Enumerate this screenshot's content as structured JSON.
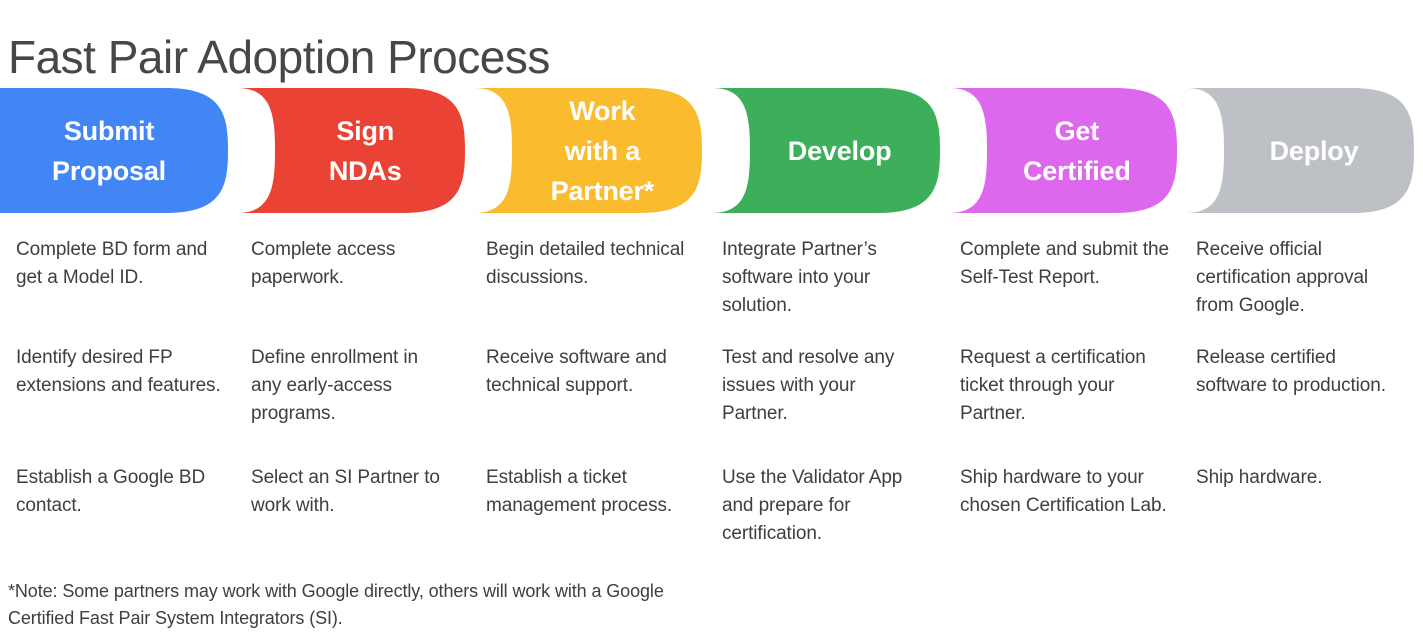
{
  "page": {
    "title": "Fast Pair Adoption Process",
    "title_color": "#454749",
    "background": "#ffffff",
    "body_text_color": "#3c4043"
  },
  "footnote": "*Note: Some partners may work with Google directly, others will work with a Google Certified Fast Pair System Integrators (SI)",
  "footnote_text": "*Note: Some partners may work with Google directly, others will work with a Google Certified Fast Pair System Integrators (SI).",
  "steps": [
    {
      "label": "Submit\nProposal",
      "color": "#4285F4",
      "label_color": "#ffffff",
      "details": [
        "Complete BD form and get a Model ID.",
        "Identify desired FP extensions and features.",
        "Establish a Google BD contact."
      ]
    },
    {
      "label": "Sign\nNDAs",
      "color": "#EA4335",
      "label_color": "#ffffff",
      "details": [
        "Complete access paperwork.",
        "Define enrollment in any early-access programs.",
        "Select an SI Partner to work with."
      ]
    },
    {
      "label": "Work\nwith a\nPartner*",
      "color": "#FABC2E",
      "label_color": "#ffffff",
      "details": [
        "Begin detailed technical discussions.",
        "Receive software and technical support.",
        "Establish a ticket management process."
      ]
    },
    {
      "label": "Develop",
      "color": "#3DAE5A",
      "label_color": "#ffffff",
      "details": [
        "Integrate Partner’s software into your solution.",
        "Test and resolve any issues with your Partner.",
        "Use the Validator App and prepare for certification."
      ]
    },
    {
      "label": "Get\nCertified",
      "color": "#DD68EE",
      "label_color": "#ffffff",
      "details": [
        "Complete and submit the Self-Test Report.",
        "Request a certification ticket through your Partner.",
        "Ship hardware to your chosen Certification Lab."
      ]
    },
    {
      "label": "Deploy",
      "color": "#BDC1C6",
      "label_color": "#ffffff",
      "details": [
        "Receive official certification approval from Google.",
        "Release certified software to production.",
        "Ship hardware."
      ]
    }
  ]
}
